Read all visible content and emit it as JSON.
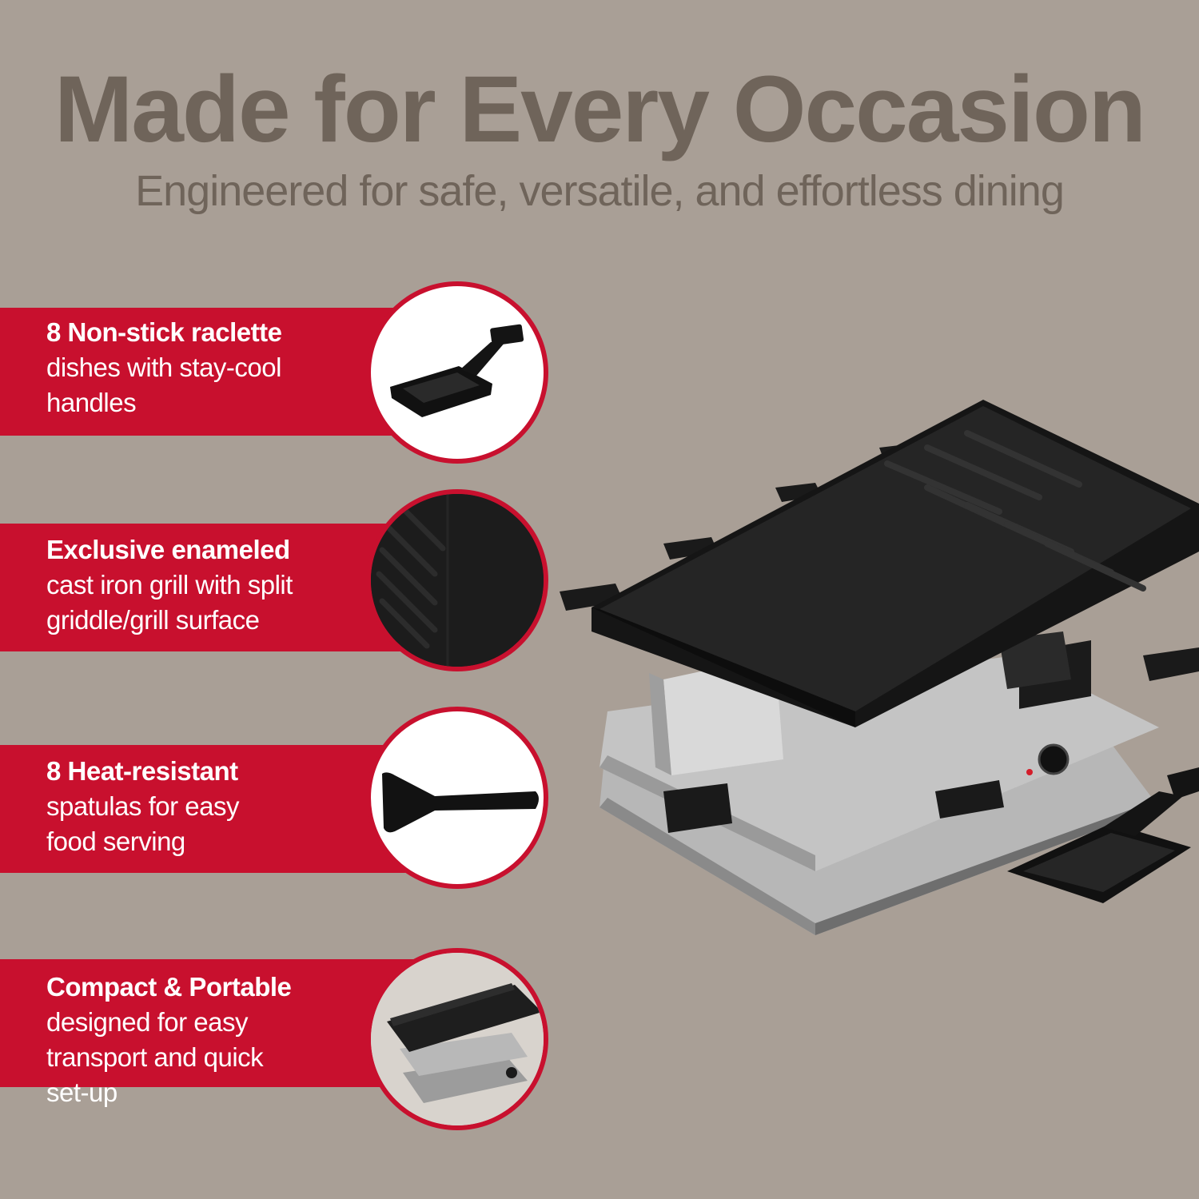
{
  "headline": "Made for Every Occasion",
  "subheadline": "Engineered for safe, versatile, and effortless dining",
  "colors": {
    "background": "#a99f96",
    "accent": "#c8102e",
    "headline": "#6f645a",
    "subheadline": "#6f645a",
    "text": "#ffffff"
  },
  "features": [
    {
      "title": "8 Non-stick raclette",
      "body": "dishes with stay-cool\nhandles",
      "icon": "raclette-dish-icon"
    },
    {
      "title": "Exclusive enameled",
      "body": "cast iron grill with split\ngriddle/grill surface",
      "icon": "grill-plate-icon"
    },
    {
      "title": "8 Heat-resistant",
      "body": "spatulas for easy\nfood serving",
      "icon": "spatula-icon"
    },
    {
      "title": "Compact & Portable",
      "body": "designed for easy\ntransport and quick\nset-up",
      "icon": "raclette-grill-icon"
    }
  ]
}
